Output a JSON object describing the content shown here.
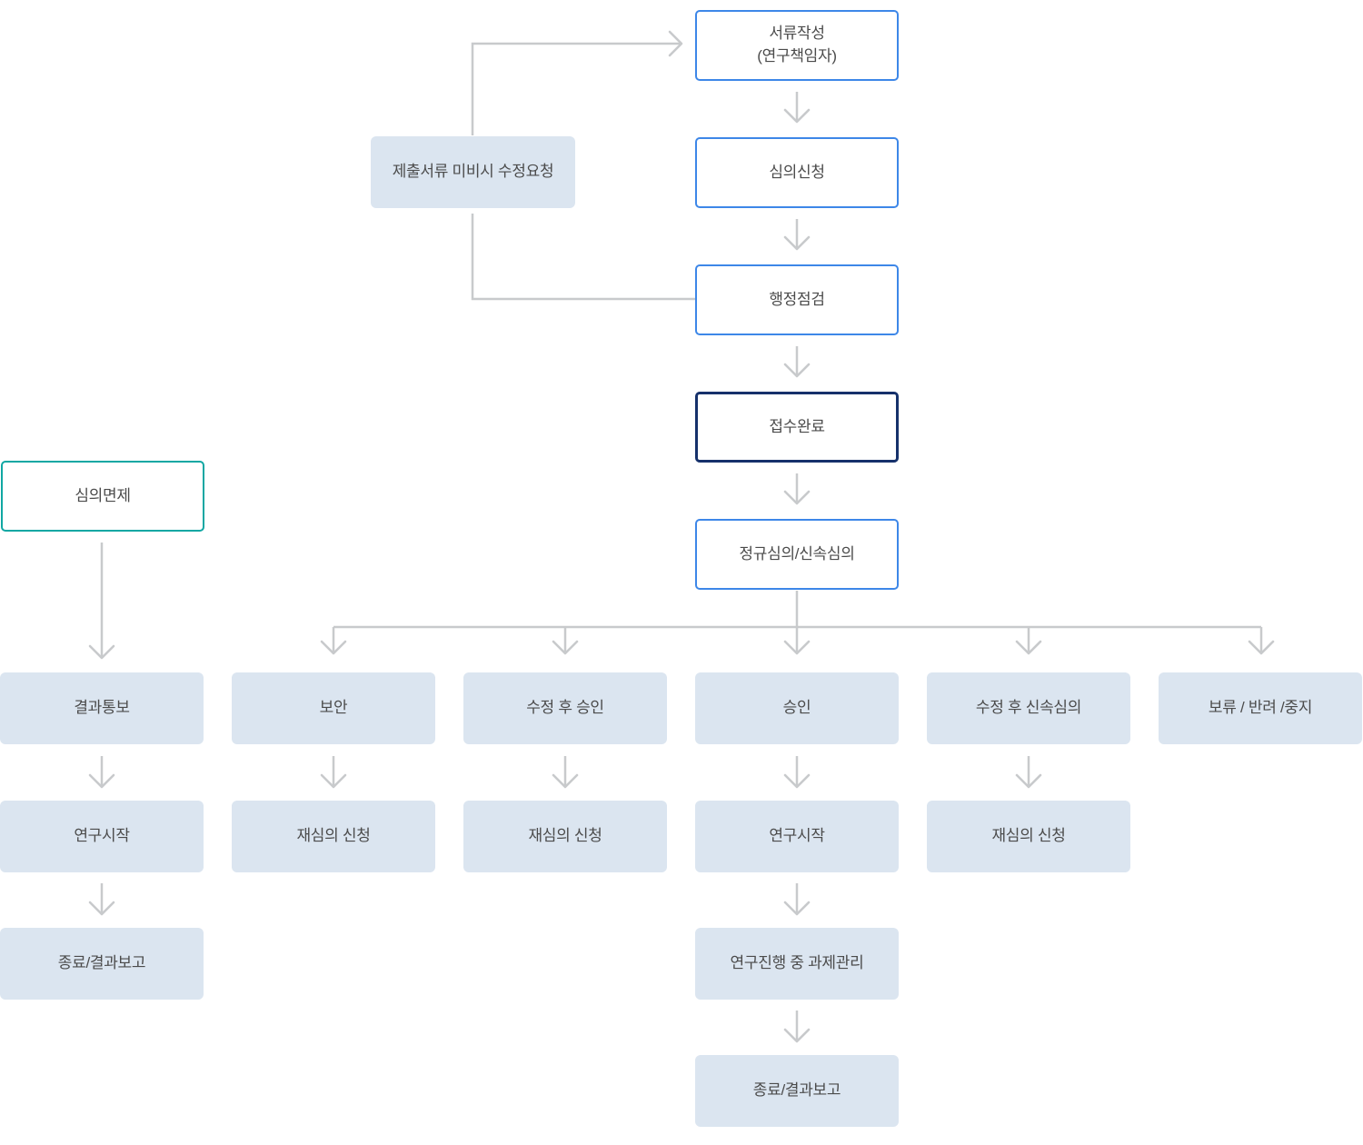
{
  "colors": {
    "accent_blue": "#3D87E8",
    "accent_navy": "#16316B",
    "accent_teal": "#10A7A3",
    "node_fill": "#DBE5F0",
    "line_gray": "#C8CACC",
    "text_color": "#4B4B4B",
    "background": "#FFFFFF"
  },
  "nodes": {
    "doc_write": {
      "label": "서류작성\n(연구책임자)"
    },
    "review_apply": {
      "label": "심의신청"
    },
    "admin_check": {
      "label": "행정점검"
    },
    "receipt_complete": {
      "label": "접수완료"
    },
    "regular_review": {
      "label": "정규심의/신속심의"
    },
    "revision_request": {
      "label": "제출서류 미비시 수정요청"
    },
    "review_exempt": {
      "label": "심의면제"
    },
    "result_notify": {
      "label": "결과통보"
    },
    "research_start_left": {
      "label": "연구시작"
    },
    "end_report_left": {
      "label": "종료/결과보고"
    },
    "supplement": {
      "label": "보안"
    },
    "rereview_supplement": {
      "label": "재심의 신청"
    },
    "approval_after_revision": {
      "label": "수정 후 승인"
    },
    "rereview_revision": {
      "label": "재심의 신청"
    },
    "approval": {
      "label": "승인"
    },
    "research_start_center": {
      "label": "연구시작"
    },
    "task_management": {
      "label": "연구진행 중 과제관리"
    },
    "end_report_center": {
      "label": "종료/결과보고"
    },
    "expedited_after_revision": {
      "label": "수정 후 신속심의"
    },
    "rereview_expedited": {
      "label": "재심의 신청"
    },
    "hold_reject_stop": {
      "label": "보류 / 반려 /중지"
    }
  },
  "edges": [
    {
      "from": "doc_write",
      "to": "review_apply"
    },
    {
      "from": "review_apply",
      "to": "admin_check"
    },
    {
      "from": "admin_check",
      "to": "receipt_complete"
    },
    {
      "from": "receipt_complete",
      "to": "regular_review"
    },
    {
      "from": "admin_check",
      "to": "revision_request"
    },
    {
      "from": "revision_request",
      "to": "doc_write"
    },
    {
      "from": "regular_review",
      "to": "supplement"
    },
    {
      "from": "regular_review",
      "to": "approval_after_revision"
    },
    {
      "from": "regular_review",
      "to": "approval"
    },
    {
      "from": "regular_review",
      "to": "expedited_after_revision"
    },
    {
      "from": "regular_review",
      "to": "hold_reject_stop"
    },
    {
      "from": "review_exempt",
      "to": "result_notify"
    },
    {
      "from": "result_notify",
      "to": "research_start_left"
    },
    {
      "from": "research_start_left",
      "to": "end_report_left"
    },
    {
      "from": "supplement",
      "to": "rereview_supplement"
    },
    {
      "from": "approval_after_revision",
      "to": "rereview_revision"
    },
    {
      "from": "approval",
      "to": "research_start_center"
    },
    {
      "from": "research_start_center",
      "to": "task_management"
    },
    {
      "from": "task_management",
      "to": "end_report_center"
    },
    {
      "from": "expedited_after_revision",
      "to": "rereview_expedited"
    }
  ]
}
